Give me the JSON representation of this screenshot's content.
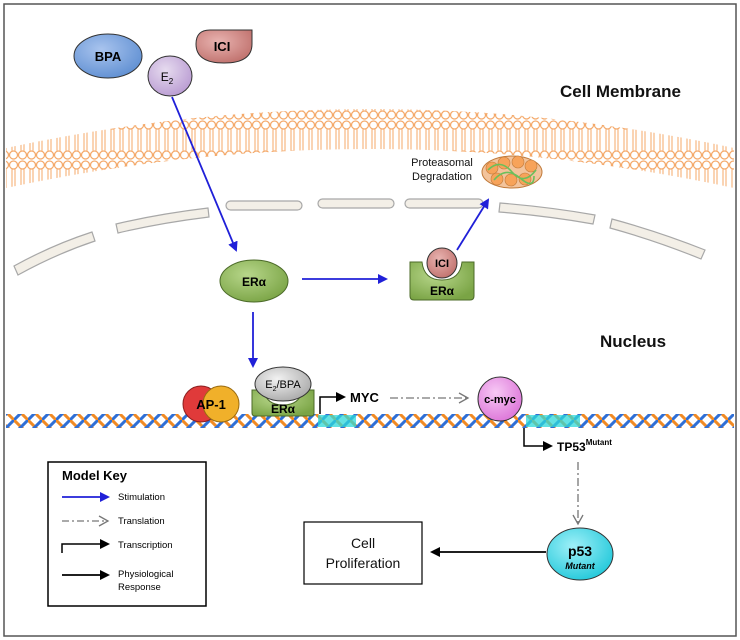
{
  "labels": {
    "cell_membrane": "Cell Membrane",
    "nucleus": "Nucleus",
    "proteasomal_line1": "Proteasomal",
    "proteasomal_line2": "Degradation",
    "myc_gene": "MYC",
    "tp53_gene": "TP53",
    "tp53_superscript": "Mutant",
    "cell_proliferation_line1": "Cell",
    "cell_proliferation_line2": "Proliferation"
  },
  "molecules": {
    "bpa": "BPA",
    "e2": "E",
    "e2_subscript": "2",
    "ici_outside": "ICI",
    "er_alpha_cytoplasm": "ERα",
    "ici_bound": "ICI",
    "er_alpha_ici": "ERα",
    "ap1": "AP-1",
    "e2bpa_prefix": "E",
    "e2bpa_subscript": "2",
    "e2bpa_suffix": "/BPA",
    "er_alpha_dna": "ERα",
    "cmyc": "c-myc",
    "p53": "p53",
    "p53_sub": "Mutant"
  },
  "model_key": {
    "title": "Model Key",
    "items": [
      "Stimulation",
      "Translation",
      "Transcription",
      "Physiological",
      "Response"
    ]
  },
  "colors": {
    "stimulation_arrow": "#2020d8",
    "membrane": "#f6b27a",
    "bpa": "#6f9ad6",
    "e2": "#c9b3db",
    "ici": "#cc7f7b",
    "er_alpha": "#8ab253",
    "ap1_red": "#e03a3a",
    "ap1_yellow": "#f0b02a",
    "cmyc": "#e88ee4",
    "p53": "#33d6e6",
    "dna_orange": "#f08a24",
    "dna_blue": "#2f6fd6"
  }
}
